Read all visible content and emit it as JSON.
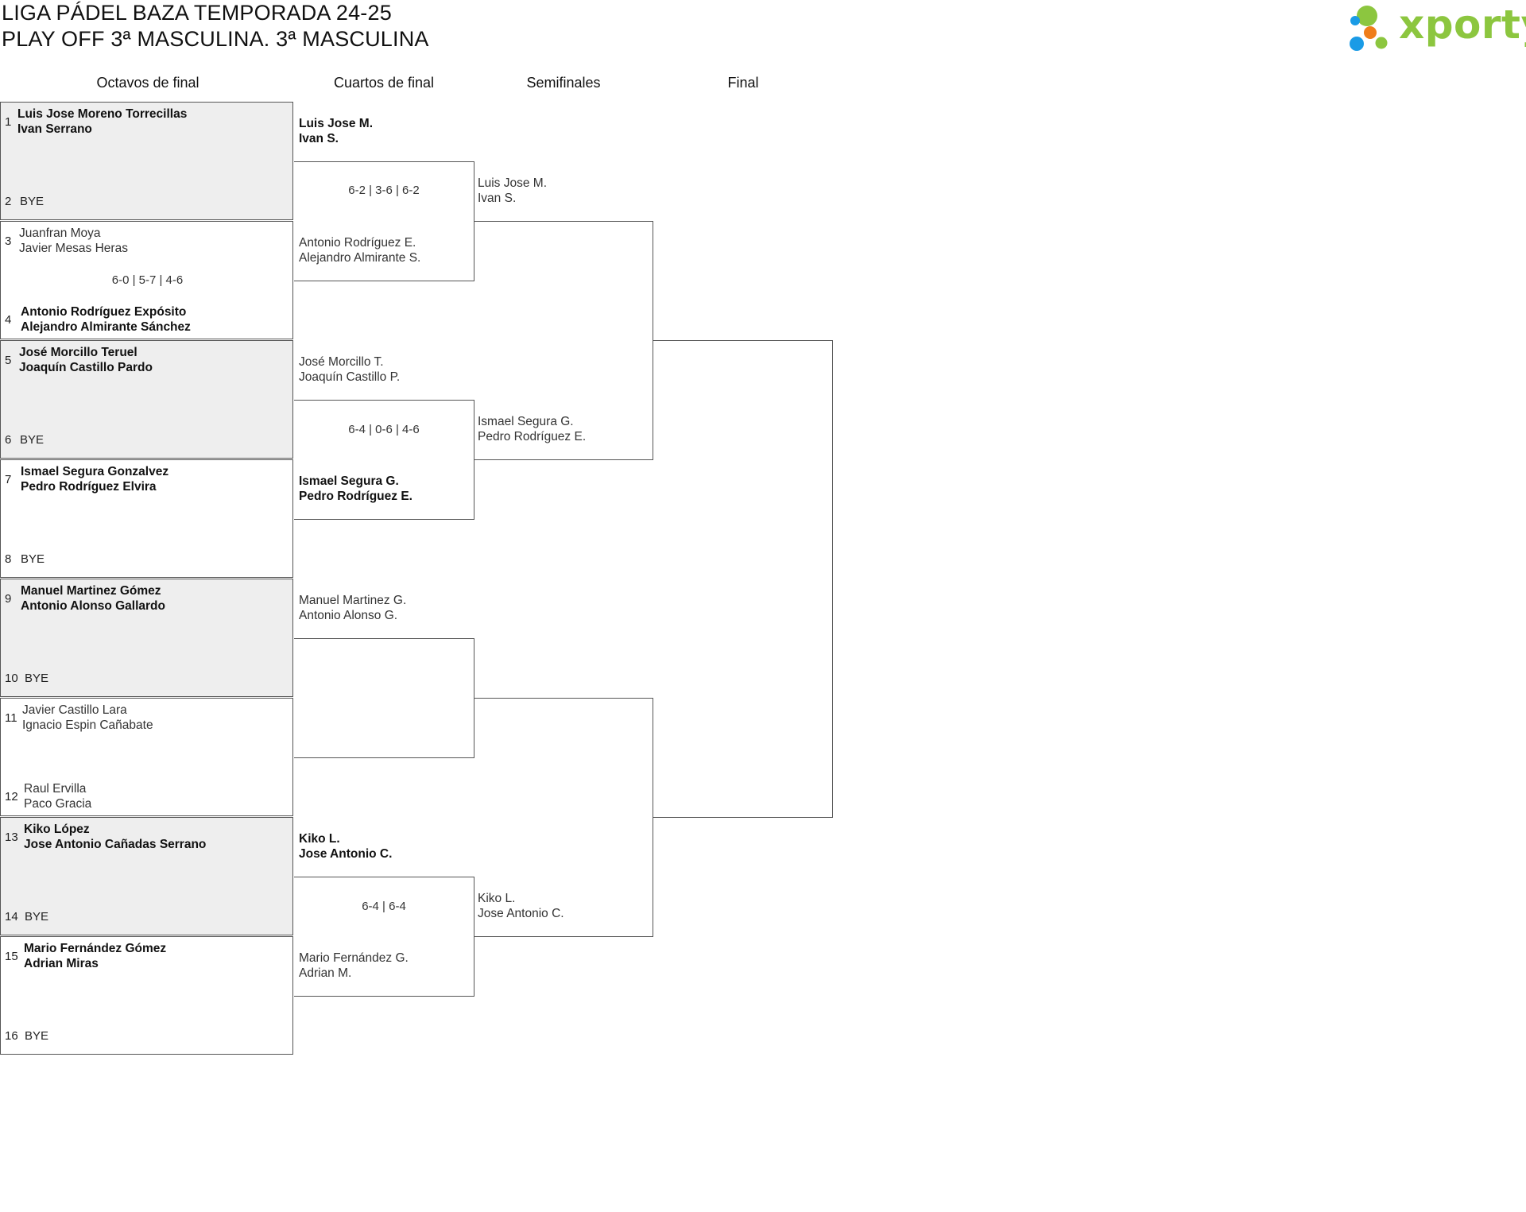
{
  "header": {
    "title_line1": "LIGA PÁDEL BAZA TEMPORADA 24-25",
    "title_line2": "PLAY OFF 3ª MASCULINA. 3ª MASCULINA"
  },
  "logo": {
    "text": "xporty",
    "colors": [
      "#8cc63f",
      "#1a9be6",
      "#ef7d1a"
    ]
  },
  "rounds": [
    "Octavos de final",
    "Cuartos de final",
    "Semifinales",
    "Final"
  ],
  "octavos": [
    {
      "top": {
        "seed": "1",
        "p1": "Luis Jose Moreno Torrecillas",
        "p2": "Ivan Serrano"
      },
      "bottom": {
        "seed": "2",
        "bye": "BYE"
      },
      "score": ""
    },
    {
      "top": {
        "seed": "3",
        "p1": "Juanfran Moya",
        "p2": "Javier Mesas Heras"
      },
      "bottom": {
        "seed": "4",
        "p1": "Antonio Rodríguez Expósito",
        "p2": "Alejandro Almirante Sánchez"
      },
      "score": "6-0 | 5-7 | 4-6"
    },
    {
      "top": {
        "seed": "5",
        "p1": "José Morcillo Teruel",
        "p2": "Joaquín Castillo Pardo"
      },
      "bottom": {
        "seed": "6",
        "bye": "BYE"
      },
      "score": ""
    },
    {
      "top": {
        "seed": "7",
        "p1": "Ismael Segura Gonzalvez",
        "p2": "Pedro Rodríguez Elvira"
      },
      "bottom": {
        "seed": "8",
        "bye": "BYE"
      },
      "score": ""
    },
    {
      "top": {
        "seed": "9",
        "p1": "Manuel Martinez Gómez",
        "p2": "Antonio Alonso Gallardo"
      },
      "bottom": {
        "seed": "10",
        "bye": "BYE"
      },
      "score": ""
    },
    {
      "top": {
        "seed": "11",
        "p1": "Javier Castillo Lara",
        "p2": "Ignacio Espin Cañabate"
      },
      "bottom": {
        "seed": "12",
        "p1": "Raul Ervilla",
        "p2": "Paco Gracia"
      },
      "score": ""
    },
    {
      "top": {
        "seed": "13",
        "p1": "Kiko López",
        "p2": "Jose Antonio Cañadas Serrano"
      },
      "bottom": {
        "seed": "14",
        "bye": "BYE"
      },
      "score": ""
    },
    {
      "top": {
        "seed": "15",
        "p1": "Mario Fernández Gómez",
        "p2": "Adrian Miras"
      },
      "bottom": {
        "seed": "16",
        "bye": "BYE"
      },
      "score": ""
    }
  ],
  "cuartos": [
    {
      "top": {
        "p1": "Luis Jose M.",
        "p2": "Ivan S."
      },
      "score": "6-2 | 3-6 | 6-2",
      "bottom": {
        "p1": "Antonio Rodríguez E.",
        "p2": "Alejandro Almirante S."
      }
    },
    {
      "top": {
        "p1": "José Morcillo T.",
        "p2": "Joaquín Castillo P."
      },
      "score": "6-4 | 0-6 | 4-6",
      "bottom": {
        "p1": "Ismael Segura G.",
        "p2": "Pedro Rodríguez E."
      }
    },
    {
      "top": {
        "p1": "Manuel Martinez G.",
        "p2": "Antonio Alonso G."
      },
      "score": "",
      "bottom": {
        "p1": "",
        "p2": ""
      }
    },
    {
      "top": {
        "p1": "Kiko L.",
        "p2": "Jose Antonio C."
      },
      "score": "6-4 | 6-4",
      "bottom": {
        "p1": "Mario Fernández G.",
        "p2": "Adrian M."
      }
    }
  ],
  "semifinales": [
    {
      "top": {
        "p1": "Luis Jose M.",
        "p2": "Ivan S."
      },
      "bottom": {
        "p1": "Ismael Segura G.",
        "p2": "Pedro Rodríguez E."
      }
    },
    {
      "top": {
        "p1": "",
        "p2": ""
      },
      "bottom": {
        "p1": "Kiko L.",
        "p2": "Jose Antonio C."
      }
    }
  ]
}
